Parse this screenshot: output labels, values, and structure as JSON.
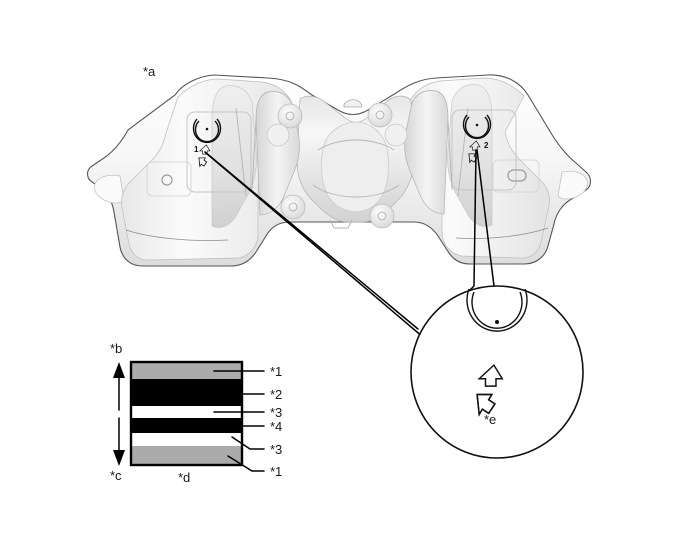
{
  "figure": {
    "title": "Fuel tank multi-layer construction diagram",
    "background_color": "#ffffff",
    "line_color": "#111111"
  },
  "tank": {
    "label": "*a",
    "label_name": "fuel-tank-callout",
    "body_fill": "#fbfbfb",
    "shade_light": "#f3f3f3",
    "shade_mid": "#e2e2e2",
    "shade_dark": "#cfcfcf"
  },
  "emblems": [
    {
      "id": "emblem-left",
      "number": "1",
      "icon": "recycling-icon",
      "ring": "c-ring-icon"
    },
    {
      "id": "emblem-right",
      "number": "2",
      "icon": "recycling-icon",
      "ring": "c-ring-icon"
    }
  ],
  "detail_circle": {
    "label": "*e",
    "ring_icon": "c-ring-icon",
    "recycle_icon": "recycling-icon",
    "center_dot": "center-dot-icon"
  },
  "cross_section": {
    "up_label": "*b",
    "down_label": "*c",
    "width_label": "*d",
    "arrow_name": "thickness-arrow",
    "layers": [
      {
        "label": "*1",
        "color": "#ababab",
        "name": "layer-outer-top"
      },
      {
        "label": "*2",
        "color": "#000000",
        "name": "layer-black-upper"
      },
      {
        "label": "*3",
        "color": "#ffffff",
        "name": "layer-white-upper"
      },
      {
        "label": "*4",
        "color": "#000000",
        "name": "layer-black-core"
      },
      {
        "label": "*3",
        "color": "#ffffff",
        "name": "layer-white-lower"
      },
      {
        "label": "*1",
        "color": "#ababab",
        "name": "layer-outer-bottom"
      }
    ],
    "callouts": [
      {
        "label": "*1",
        "for": "layer-outer-top"
      },
      {
        "label": "*2",
        "for": "layer-black-upper"
      },
      {
        "label": "*3",
        "for": "layer-white-upper"
      },
      {
        "label": "*4",
        "for": "layer-black-core"
      },
      {
        "label": "*3",
        "for": "layer-white-lower"
      },
      {
        "label": "*1",
        "for": "layer-outer-bottom"
      }
    ]
  }
}
